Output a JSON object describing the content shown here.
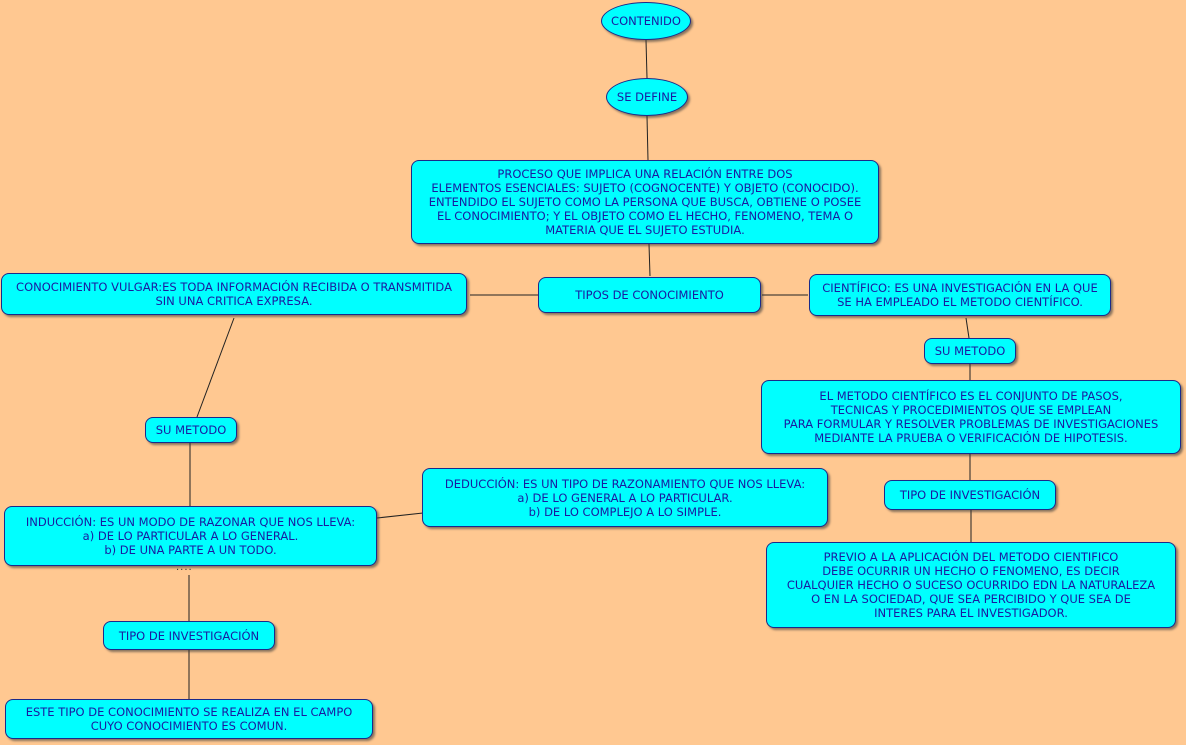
{
  "nodes": {
    "contenido": "CONTENIDO",
    "se_define": "SE DEFINE",
    "proceso": "PROCESO QUE IMPLICA UNA RELACIÓN ENTRE DOS\nELEMENTOS ESENCIALES: SUJETO (COGNOCENTE) Y OBJETO (CONOCIDO).\nENTENDIDO EL SUJETO COMO LA PERSONA QUE BUSCA, OBTIENE O POSEE\nEL CONOCIMIENTO; Y EL OBJETO COMO EL HECHO, FENOMENO, TEMA O\nMATERIA QUE EL SUJETO ESTUDIA.",
    "tipos": "TIPOS DE CONOCIMIENTO",
    "vulgar": "CONOCIMIENTO VULGAR:ES TODA INFORMACIÓN RECIBIDA O TRANSMITIDA\nSIN UNA CRITICA EXPRESA.",
    "cientifico": "CIENTÍFICO: ES UNA INVESTIGACIÓN EN LA QUE\nSE HA EMPLEADO EL METODO CIENTÍFICO.",
    "su_metodo_left": "SU METODO",
    "su_metodo_right": "SU METODO",
    "metodo_def": "EL METODO CIENTÍFICO ES EL CONJUNTO DE PASOS,\nTECNICAS Y PROCEDIMIENTOS QUE SE EMPLEAN\nPARA FORMULAR Y RESOLVER PROBLEMAS DE INVESTIGACIONES\nMEDIANTE LA PRUEBA O VERIFICACIÓN DE HIPOTESIS.",
    "tipo_inv_right": "TIPO DE INVESTIGACIÓN",
    "previo": "PREVIO A LA APLICACIÓN DEL METODO CIENTIFICO\nDEBE OCURRIR UN HECHO O FENOMENO, ES DECIR\nCUALQUIER HECHO O SUCESO OCURRIDO EDN LA NATURALEZA\nO EN LA SOCIEDAD, QUE SEA PERCIBIDO Y QUE SEA DE\nINTERES PARA EL INVESTIGADOR.",
    "deduccion": "DEDUCCIÓN: ES UN TIPO DE RAZONAMIENTO QUE NOS LLEVA:\na) DE LO GENERAL A LO PARTICULAR.\nb) DE LO COMPLEJO A LO SIMPLE.",
    "induccion": "INDUCCIÓN: ES UN MODO DE RAZONAR QUE NOS LLEVA:\na) DE LO PARTICULAR A LO GENERAL.\nb) DE UNA PARTE A UN TODO.",
    "tipo_inv_left": "TIPO DE INVESTIGACIÓN",
    "comun": "ESTE TIPO DE CONOCIMIENTO SE REALIZA EN EL CAMPO\nCUYO CONOCIMIENTO ES COMUN.",
    "dots": "...."
  },
  "colors": {
    "background": "#ffc891",
    "node_fill": "#00ffff",
    "text": "#1a1aa0",
    "line": "#222222"
  }
}
